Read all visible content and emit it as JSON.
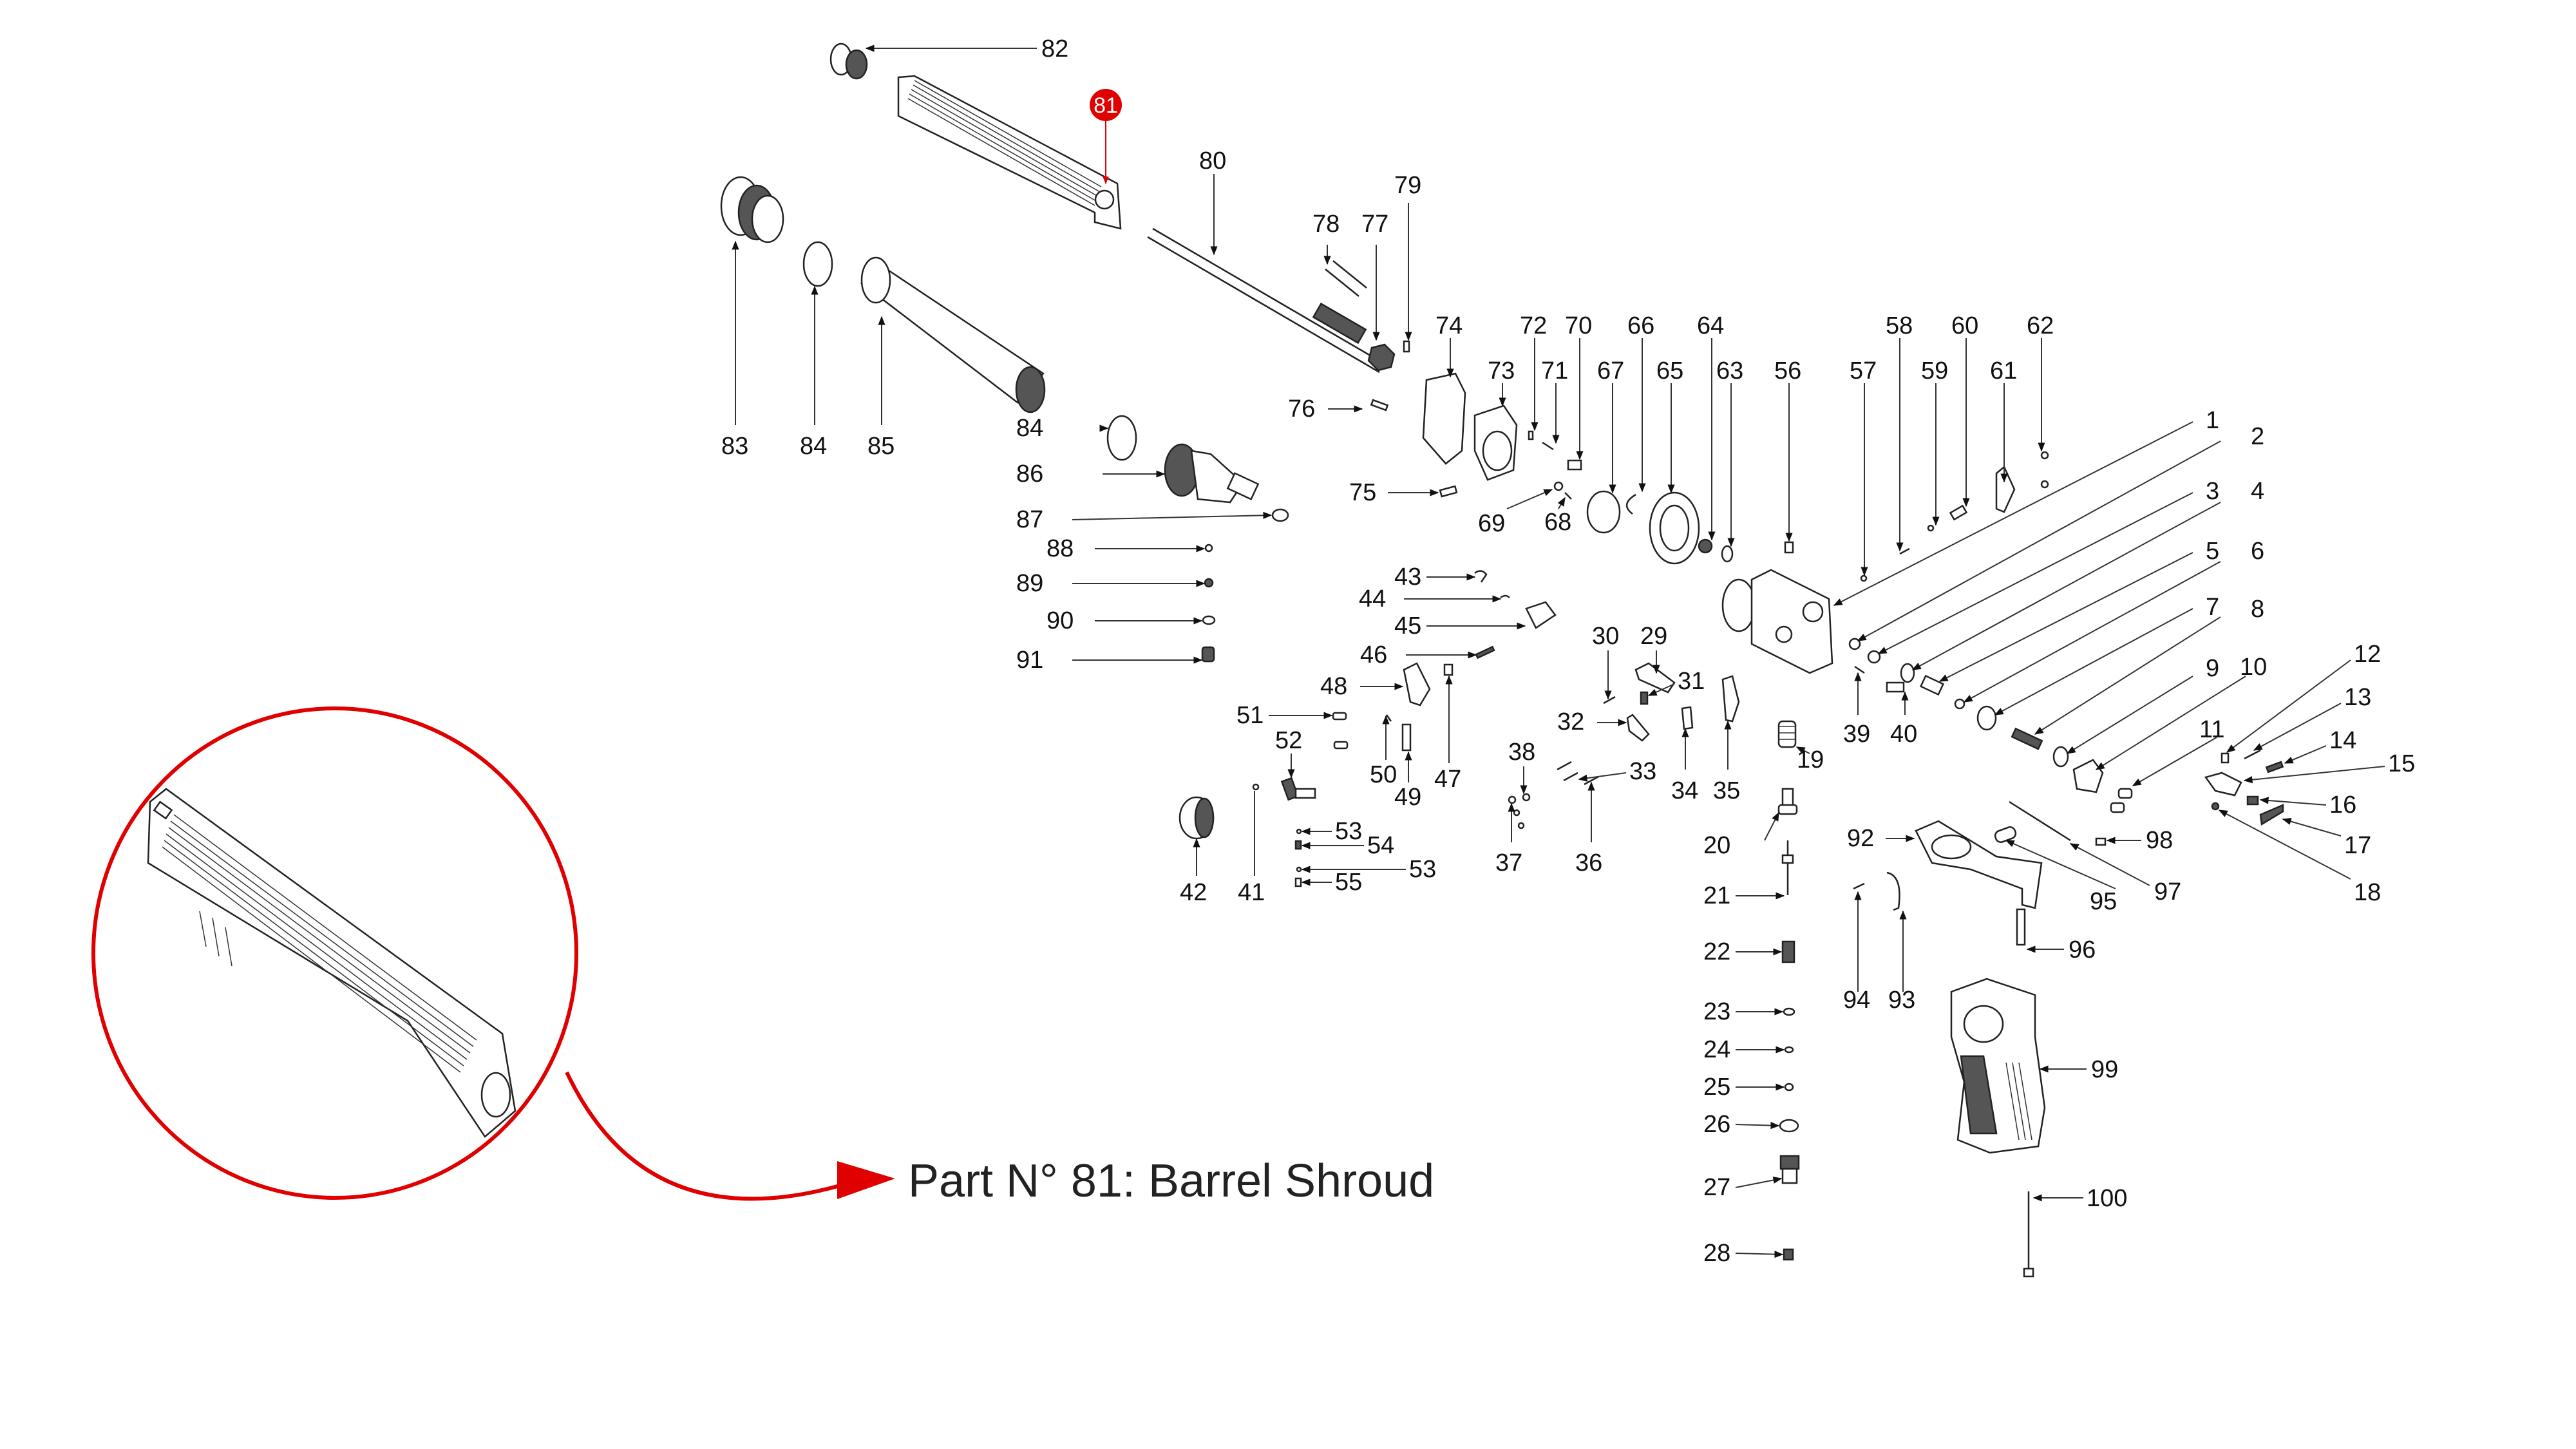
{
  "diagram": {
    "type": "exploded-parts-diagram",
    "highlighted_part": {
      "number": "81",
      "name": "Barrel Shroud",
      "badge_color": "#e00000"
    },
    "caption": "Part N° 81: Barrel Shroud",
    "accent_color": "#e00000",
    "callouts": [
      {
        "n": "1"
      },
      {
        "n": "2"
      },
      {
        "n": "3"
      },
      {
        "n": "4"
      },
      {
        "n": "5"
      },
      {
        "n": "6"
      },
      {
        "n": "7"
      },
      {
        "n": "8"
      },
      {
        "n": "9"
      },
      {
        "n": "10"
      },
      {
        "n": "11"
      },
      {
        "n": "12"
      },
      {
        "n": "13"
      },
      {
        "n": "14"
      },
      {
        "n": "15"
      },
      {
        "n": "16"
      },
      {
        "n": "17"
      },
      {
        "n": "18"
      },
      {
        "n": "19"
      },
      {
        "n": "20"
      },
      {
        "n": "21"
      },
      {
        "n": "22"
      },
      {
        "n": "23"
      },
      {
        "n": "24"
      },
      {
        "n": "25"
      },
      {
        "n": "26"
      },
      {
        "n": "27"
      },
      {
        "n": "28"
      },
      {
        "n": "29"
      },
      {
        "n": "30"
      },
      {
        "n": "31"
      },
      {
        "n": "32"
      },
      {
        "n": "33"
      },
      {
        "n": "33"
      },
      {
        "n": "34"
      },
      {
        "n": "35"
      },
      {
        "n": "36"
      },
      {
        "n": "37"
      },
      {
        "n": "38"
      },
      {
        "n": "39"
      },
      {
        "n": "40"
      },
      {
        "n": "41"
      },
      {
        "n": "42"
      },
      {
        "n": "43"
      },
      {
        "n": "44"
      },
      {
        "n": "45"
      },
      {
        "n": "46"
      },
      {
        "n": "47"
      },
      {
        "n": "48"
      },
      {
        "n": "49"
      },
      {
        "n": "50"
      },
      {
        "n": "51"
      },
      {
        "n": "52"
      },
      {
        "n": "53"
      },
      {
        "n": "54"
      },
      {
        "n": "53"
      },
      {
        "n": "55"
      },
      {
        "n": "56"
      },
      {
        "n": "57"
      },
      {
        "n": "58"
      },
      {
        "n": "59"
      },
      {
        "n": "60"
      },
      {
        "n": "61"
      },
      {
        "n": "62"
      },
      {
        "n": "63"
      },
      {
        "n": "64"
      },
      {
        "n": "65"
      },
      {
        "n": "66"
      },
      {
        "n": "67"
      },
      {
        "n": "68"
      },
      {
        "n": "69"
      },
      {
        "n": "70"
      },
      {
        "n": "71"
      },
      {
        "n": "72"
      },
      {
        "n": "73"
      },
      {
        "n": "74"
      },
      {
        "n": "75"
      },
      {
        "n": "76"
      },
      {
        "n": "77"
      },
      {
        "n": "78"
      },
      {
        "n": "79"
      },
      {
        "n": "80"
      },
      {
        "n": "82"
      },
      {
        "n": "83"
      },
      {
        "n": "84"
      },
      {
        "n": "85"
      },
      {
        "n": "84"
      },
      {
        "n": "86"
      },
      {
        "n": "87"
      },
      {
        "n": "88"
      },
      {
        "n": "89"
      },
      {
        "n": "90"
      },
      {
        "n": "91"
      },
      {
        "n": "92"
      },
      {
        "n": "93"
      },
      {
        "n": "94"
      },
      {
        "n": "95"
      },
      {
        "n": "96"
      },
      {
        "n": "97"
      },
      {
        "n": "98"
      },
      {
        "n": "99"
      },
      {
        "n": "100"
      }
    ]
  }
}
